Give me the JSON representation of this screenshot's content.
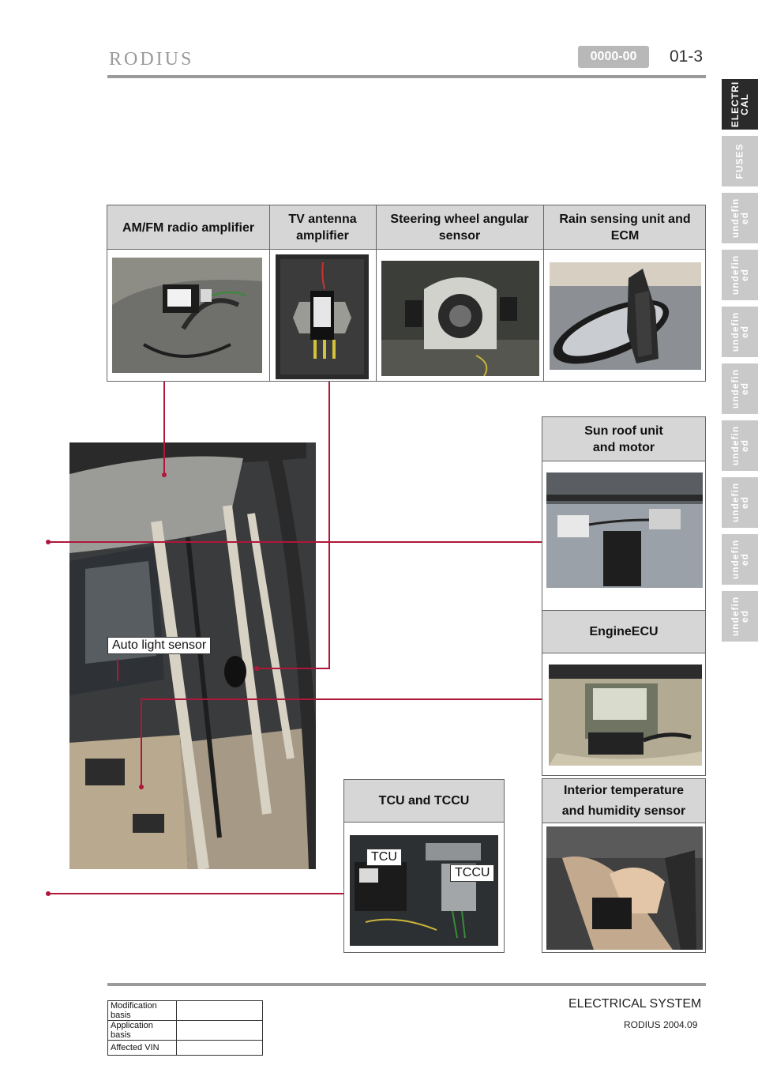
{
  "header": {
    "brand": "RODIUS",
    "section_code": "0000-00",
    "page_number": "01-3"
  },
  "tabs": [
    {
      "label": "ELECTRI\nCAL",
      "active": true
    },
    {
      "label": "FUSES",
      "active": false
    },
    {
      "label": "undefin\ned",
      "active": false
    },
    {
      "label": "undefin\ned",
      "active": false
    },
    {
      "label": "undefin\ned",
      "active": false
    },
    {
      "label": "undefin\ned",
      "active": false
    },
    {
      "label": "undefin\ned",
      "active": false
    },
    {
      "label": "undefin\ned",
      "active": false
    },
    {
      "label": "undefin\ned",
      "active": false
    },
    {
      "label": "undefin\ned",
      "active": false
    }
  ],
  "top_row": {
    "cells": [
      {
        "label": "AM/FM radio amplifier"
      },
      {
        "label": "TV antenna amplifier"
      },
      {
        "label": "Steering wheel angular sensor"
      },
      {
        "label": "Rain sensing unit and ECM"
      }
    ]
  },
  "right_boxes": {
    "sunroof": "Sun roof unit and motor",
    "engine_ecu": "EngineECU",
    "interior_sensor": "Interior temperature and humidity sensor"
  },
  "tcu_box": {
    "title": "TCU and TCCU",
    "tcu_tag": "TCU",
    "tccu_tag": "TCCU"
  },
  "callouts": {
    "auto_light_sensor": "Auto light sensor"
  },
  "footer": {
    "title": "ELECTRICAL SYSTEM",
    "subtitle": "RODIUS 2004.09",
    "modification": [
      {
        "label": "Modification basis",
        "value": ""
      },
      {
        "label": "Application basis",
        "value": ""
      },
      {
        "label": "Affected VIN",
        "value": ""
      }
    ]
  }
}
